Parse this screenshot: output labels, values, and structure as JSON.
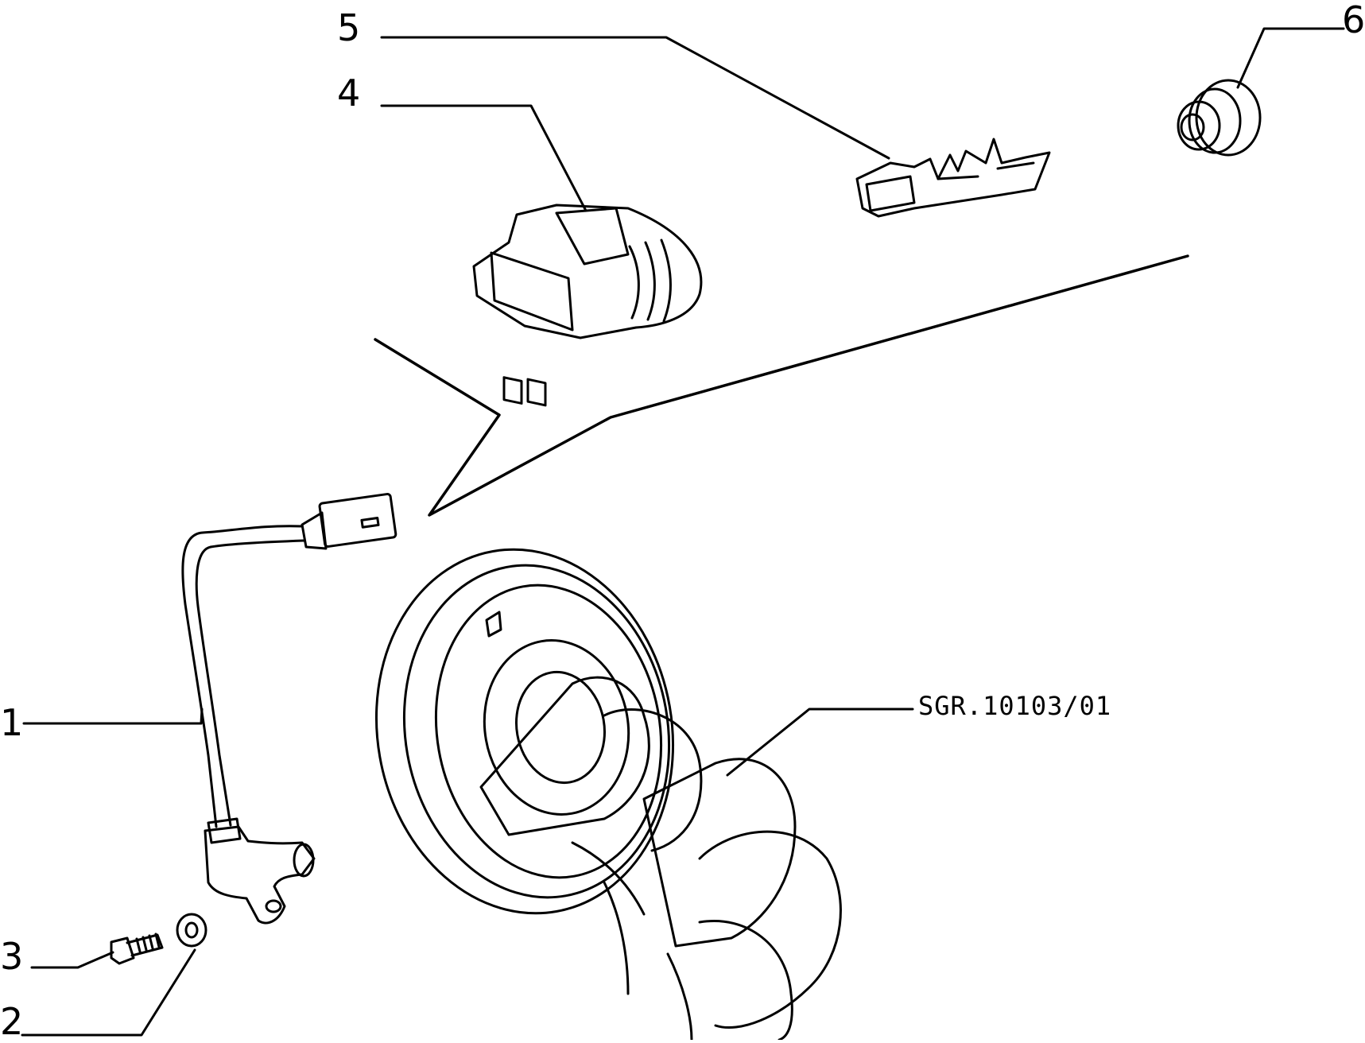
{
  "diagram": {
    "drawing_code": "SGR.10103/01",
    "callouts": [
      {
        "id": "1",
        "text": "1"
      },
      {
        "id": "2",
        "text": "2"
      },
      {
        "id": "3",
        "text": "3"
      },
      {
        "id": "4",
        "text": "4"
      },
      {
        "id": "5",
        "text": "5"
      },
      {
        "id": "6",
        "text": "6"
      }
    ]
  }
}
